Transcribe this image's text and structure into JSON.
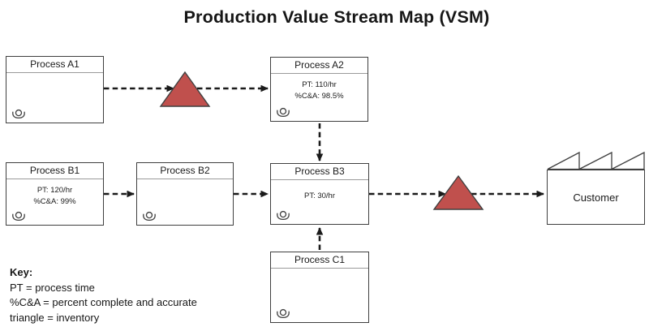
{
  "title": "Production Value Stream Map (VSM)",
  "processes": [
    {
      "id": "A1",
      "label": "Process A1",
      "stats": []
    },
    {
      "id": "A2",
      "label": "Process A2",
      "stats": [
        "PT: 110/hr",
        "%C&A: 98.5%"
      ]
    },
    {
      "id": "B1",
      "label": "Process B1",
      "stats": [
        "PT: 120/hr",
        "%C&A: 99%"
      ]
    },
    {
      "id": "B2",
      "label": "Process B2",
      "stats": []
    },
    {
      "id": "B3",
      "label": "Process B3",
      "stats": [
        "PT: 30/hr"
      ]
    },
    {
      "id": "C1",
      "label": "Process C1",
      "stats": []
    }
  ],
  "customer": {
    "label": "Customer"
  },
  "key": {
    "title": "Key:",
    "lines": [
      "PT = process time",
      "%C&A = percent complete and accurate",
      "triangle = inventory"
    ]
  },
  "icons": {
    "operator": "operator-icon",
    "inventory": "inventory-triangle-icon",
    "factory_roof": "factory-sawtooth-roof-icon"
  },
  "colors": {
    "inventory_fill": "#c0504d",
    "inventory_stroke": "#404040",
    "box_border": "#3f3f3f",
    "arrow": "#1a1a1a"
  }
}
